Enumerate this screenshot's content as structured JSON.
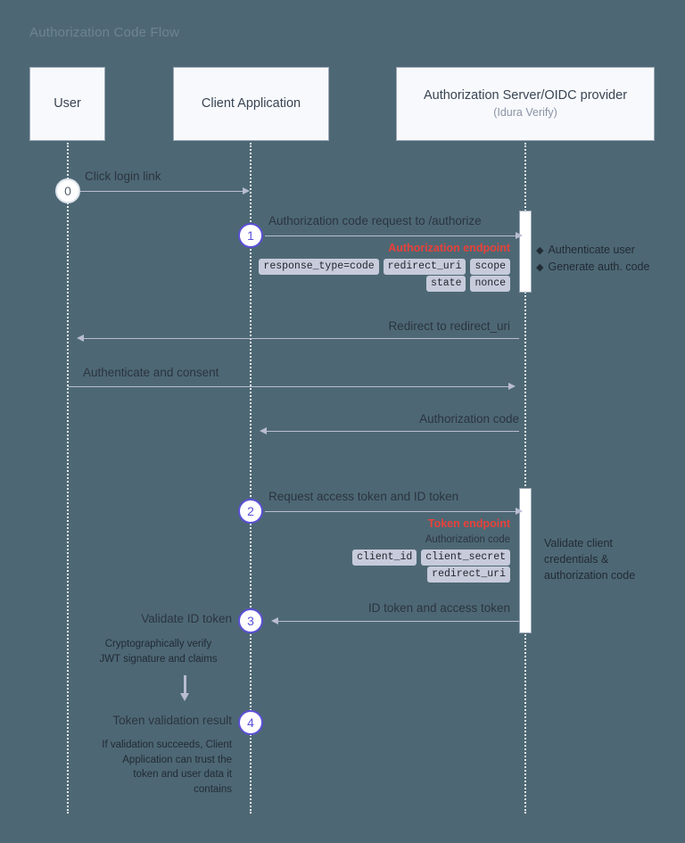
{
  "diagram": {
    "title": "Authorization Code Flow",
    "background_color": "#4d6874",
    "accent_color": "#5b4fd6",
    "endpoint_color": "#e8413a",
    "lifeline_color": "#e9edf2",
    "arrow_color": "#b9bdd2"
  },
  "participants": [
    {
      "name": "User",
      "subtitle": ""
    },
    {
      "name": "Client Application",
      "subtitle": ""
    },
    {
      "name": "Authorization Server/OIDC provider",
      "subtitle": "(Idura Verify)"
    }
  ],
  "steps": [
    {
      "number": "0",
      "label": "Click login link"
    },
    {
      "number": "1",
      "label": "Authorization code request to /authorize"
    },
    {
      "number": "2",
      "label": "Request access token and ID token"
    },
    {
      "number": "3",
      "label": "Validate ID token"
    },
    {
      "number": "4",
      "label": "Token validation result"
    }
  ],
  "messages": {
    "click_login": "Click login link",
    "auth_code_request": "Authorization code request to /authorize",
    "redirect": "Redirect to redirect_uri",
    "authenticate_consent": "Authenticate and consent",
    "authorization_code": "Authorization code",
    "request_tokens": "Request access token and ID token",
    "id_and_access_token": "ID token and access token",
    "validate_id_token": "Validate ID token",
    "token_validation_result": "Token validation result"
  },
  "endpoints": {
    "authorize": "Authorization endpoint",
    "token": "Token endpoint"
  },
  "params": {
    "authorize_row1": [
      "response_type=code",
      "redirect_uri",
      "scope"
    ],
    "authorize_row2": [
      "state",
      "nonce"
    ],
    "token_plain": "Authorization code",
    "token_row1": [
      "client_id",
      "client_secret"
    ],
    "token_row2": [
      "redirect_uri"
    ]
  },
  "notes": {
    "server_step1": [
      "Authenticate user",
      "Generate auth. code"
    ],
    "server_step2": [
      "Validate client",
      "credentials &",
      "authorization code"
    ],
    "client_step3": [
      "Cryptographically verify",
      "JWT signature and claims"
    ],
    "client_step4": [
      "If validation succeeds, Client",
      "Application can trust the",
      "token and user data it",
      "contains"
    ]
  }
}
